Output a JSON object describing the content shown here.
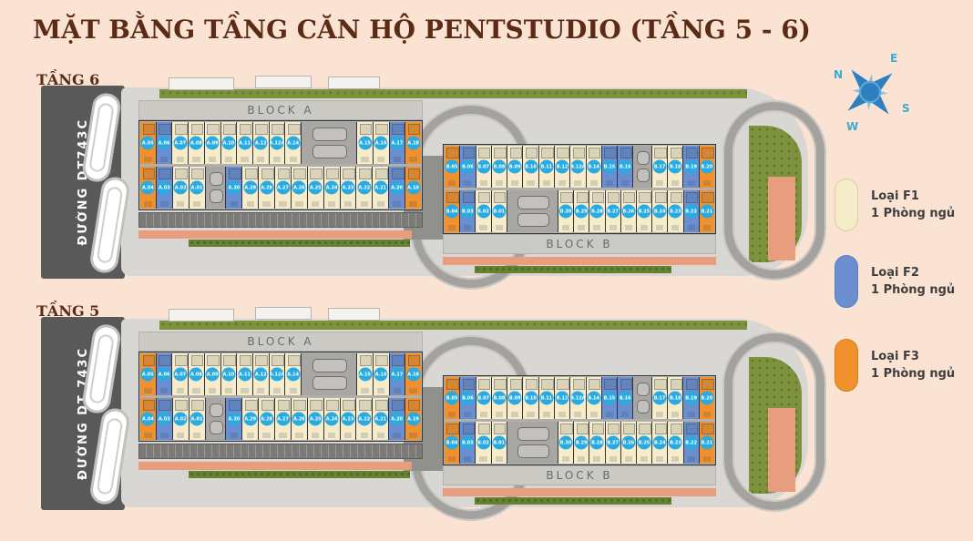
{
  "title": "MẶT BẰNG TẦNG CĂN HỘ PENTSTUDIO (TẦNG 5 - 6)",
  "colors": {
    "background": "#FBE3D3",
    "title": "#5B2B16",
    "type_f1": "#F6ECCA",
    "type_f2": "#6A8ECF",
    "type_f3": "#F0912D",
    "unit_badge": "#29ABE2",
    "road": "#595959",
    "compass": "#3FA9D2",
    "legend_text": "#3E3E3E",
    "salmon": "#E99D7F",
    "green": "#7E923E"
  },
  "compass": {
    "n": "N",
    "e": "E",
    "s": "S",
    "w": "W"
  },
  "legend": [
    {
      "type": "Loại F1",
      "bedrooms": "1 Phòng ngủ",
      "color_key": "type_f1"
    },
    {
      "type": "Loại F2",
      "bedrooms": "1 Phòng ngủ",
      "color_key": "type_f2"
    },
    {
      "type": "Loại F3",
      "bedrooms": "1 Phòng ngủ",
      "color_key": "type_f3"
    }
  ],
  "floors": [
    {
      "name": "TẦNG 6",
      "street": "ĐƯỜNG DT743C"
    },
    {
      "name": "TẦNG 5",
      "street": "ĐƯỜNG DT 743C"
    }
  ],
  "blocks": [
    {
      "name": "BLOCK A",
      "label_position": "top",
      "rows": [
        {
          "cells": [
            {
              "unit": "A.05",
              "type": "F3"
            },
            {
              "unit": "A.06",
              "type": "F2"
            },
            {
              "unit": "A.07",
              "type": "F1"
            },
            {
              "unit": "A.08",
              "type": "F1"
            },
            {
              "unit": "A.09",
              "type": "F1"
            },
            {
              "unit": "A.10",
              "type": "F1"
            },
            {
              "unit": "A.11",
              "type": "F1"
            },
            {
              "unit": "A.12",
              "type": "F1"
            },
            {
              "unit": "A.12A",
              "type": "F1"
            },
            {
              "unit": "A.14",
              "type": "F1"
            },
            {
              "core": true,
              "span": 3.6
            },
            {
              "unit": "A.15",
              "type": "F1"
            },
            {
              "unit": "A.16",
              "type": "F1"
            },
            {
              "unit": "A.17",
              "type": "F2"
            },
            {
              "unit": "A.18",
              "type": "F3"
            }
          ]
        },
        {
          "cells": [
            {
              "unit": "A.04",
              "type": "F3"
            },
            {
              "unit": "A.03",
              "type": "F2"
            },
            {
              "unit": "A.02",
              "type": "F1"
            },
            {
              "unit": "A.01",
              "type": "F1"
            },
            {
              "core": true,
              "span": 1.3
            },
            {
              "unit": "A.30",
              "type": "F2"
            },
            {
              "unit": "A.29",
              "type": "F1"
            },
            {
              "unit": "A.28",
              "type": "F1"
            },
            {
              "unit": "A.27",
              "type": "F1"
            },
            {
              "unit": "A.26",
              "type": "F1"
            },
            {
              "unit": "A.25",
              "type": "F1"
            },
            {
              "unit": "A.24",
              "type": "F1"
            },
            {
              "unit": "A.23",
              "type": "F1"
            },
            {
              "unit": "A.22",
              "type": "F1"
            },
            {
              "unit": "A.21",
              "type": "F1"
            },
            {
              "unit": "A.20",
              "type": "F2"
            },
            {
              "unit": "A.19",
              "type": "F3"
            }
          ]
        }
      ]
    },
    {
      "name": "BLOCK B",
      "label_position": "bottom",
      "rows": [
        {
          "cells": [
            {
              "unit": "B.05",
              "type": "F3"
            },
            {
              "unit": "B.06",
              "type": "F2"
            },
            {
              "unit": "B.07",
              "type": "F1"
            },
            {
              "unit": "B.08",
              "type": "F1"
            },
            {
              "unit": "B.09",
              "type": "F1"
            },
            {
              "unit": "B.10",
              "type": "F1"
            },
            {
              "unit": "B.11",
              "type": "F1"
            },
            {
              "unit": "B.12",
              "type": "F1"
            },
            {
              "unit": "B.12A",
              "type": "F1"
            },
            {
              "unit": "B.14",
              "type": "F1"
            },
            {
              "unit": "B.15",
              "type": "F2"
            },
            {
              "unit": "B.16",
              "type": "F2"
            },
            {
              "core": true,
              "span": 1.2
            },
            {
              "unit": "B.17",
              "type": "F1"
            },
            {
              "unit": "B.18",
              "type": "F1"
            },
            {
              "unit": "B.19",
              "type": "F2"
            },
            {
              "unit": "B.20",
              "type": "F3"
            }
          ]
        },
        {
          "cells": [
            {
              "unit": "B.04",
              "type": "F3"
            },
            {
              "unit": "B.03",
              "type": "F2"
            },
            {
              "unit": "B.02",
              "type": "F1"
            },
            {
              "unit": "B.01",
              "type": "F1"
            },
            {
              "core": true,
              "span": 3.4
            },
            {
              "unit": "B.30",
              "type": "F1"
            },
            {
              "unit": "B.29",
              "type": "F1"
            },
            {
              "unit": "B.28",
              "type": "F1"
            },
            {
              "unit": "B.27",
              "type": "F1"
            },
            {
              "unit": "B.26",
              "type": "F1"
            },
            {
              "unit": "B.25",
              "type": "F1"
            },
            {
              "unit": "B.24",
              "type": "F1"
            },
            {
              "unit": "B.23",
              "type": "F1"
            },
            {
              "unit": "B.22",
              "type": "F2"
            },
            {
              "unit": "B.21",
              "type": "F3"
            }
          ]
        }
      ]
    }
  ]
}
